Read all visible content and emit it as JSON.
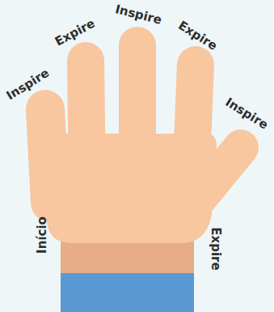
{
  "diagram": {
    "labels": [
      "Início",
      "Inspire",
      "Expire",
      "Inspire",
      "Expire",
      "Inspire",
      "Expire"
    ]
  }
}
